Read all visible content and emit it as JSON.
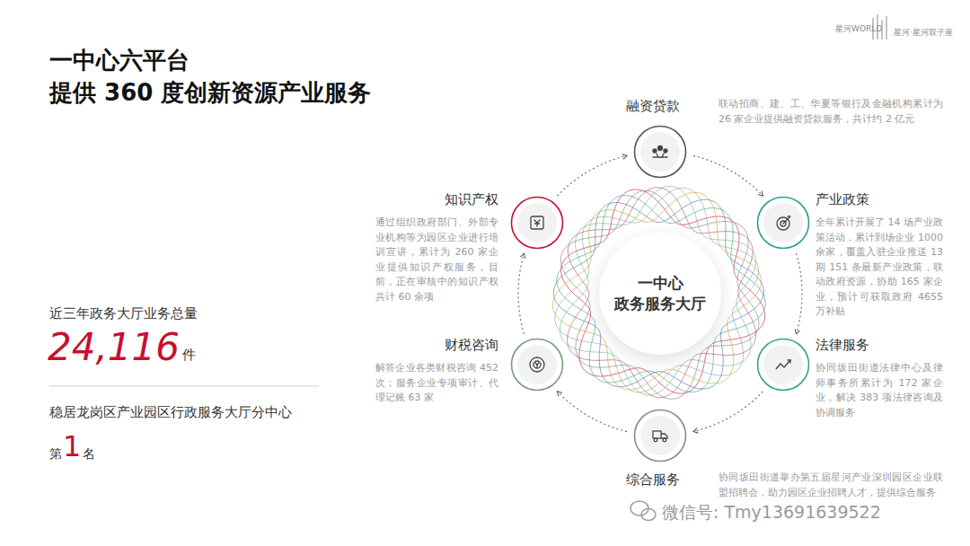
{
  "diagram": {
    "title": "一中心六平台",
    "nodes": [
      {
        "text": [
          "一中心",
          "政务服务大厅"
        ]
      },
      {
        "text": [
          "融资贷款",
          "联动招商、建、工、华夏等银行及金融机构累计为 26 家企业提供融资贷款服务，共计约 2 亿元"
        ]
      },
      {
        "text": [
          "产业政策",
          "全年累计开展了 14 场产业政策活动，累计到场企业 1000 余家，覆盖入驻企业推送 13 期 151 条最新产业政策，联动政府资源，协助 165 家企业，预计可获取政府 4655 万补贴"
        ]
      },
      {
        "text": [
          "法律服务",
          "协同坂田街道法律中心及律师事务所累计为 172 家企业，解决 383 项法律咨询及协调服务"
        ]
      },
      {
        "text": [
          "综合服务",
          "协同坂田街道举办第五届星河产业深圳园区企业联盟招聘会，助力园区企业招聘人才，提供综合服务"
        ]
      },
      {
        "text": [
          "财税咨询",
          "解答企业各类财税咨询 452 次；服务企业专项审计、代理记账 63 家"
        ]
      },
      {
        "text": [
          "知识产权",
          "通过组织政府部门、外部专业机构等为园区企业进行培训宣讲，累计为 260 家企业提供知识产权服务，目前，正在审核中的知识产权共计 60 余项"
        ]
      }
    ],
    "edges": [
      {
        "from": 1,
        "to": 2,
        "arrow": "to"
      },
      {
        "from": 2,
        "to": 3,
        "arrow": "to"
      },
      {
        "from": 3,
        "to": 4,
        "arrow": "to"
      },
      {
        "from": 4,
        "to": 5,
        "arrow": "to"
      },
      {
        "from": 5,
        "to": 6,
        "arrow": "to"
      },
      {
        "from": 6,
        "to": 1,
        "arrow": "to"
      }
    ],
    "labels": [
      "提供 360 度创新资源产业服务",
      "近三年政务大厅业务总量",
      "24,116",
      "件",
      "稳居龙岗区产业园区行政服务大厅分中心",
      "第",
      "1",
      "名",
      "星河WORLD",
      "星河·星河双子座",
      "微信号: Tmy13691639522"
    ]
  }
}
